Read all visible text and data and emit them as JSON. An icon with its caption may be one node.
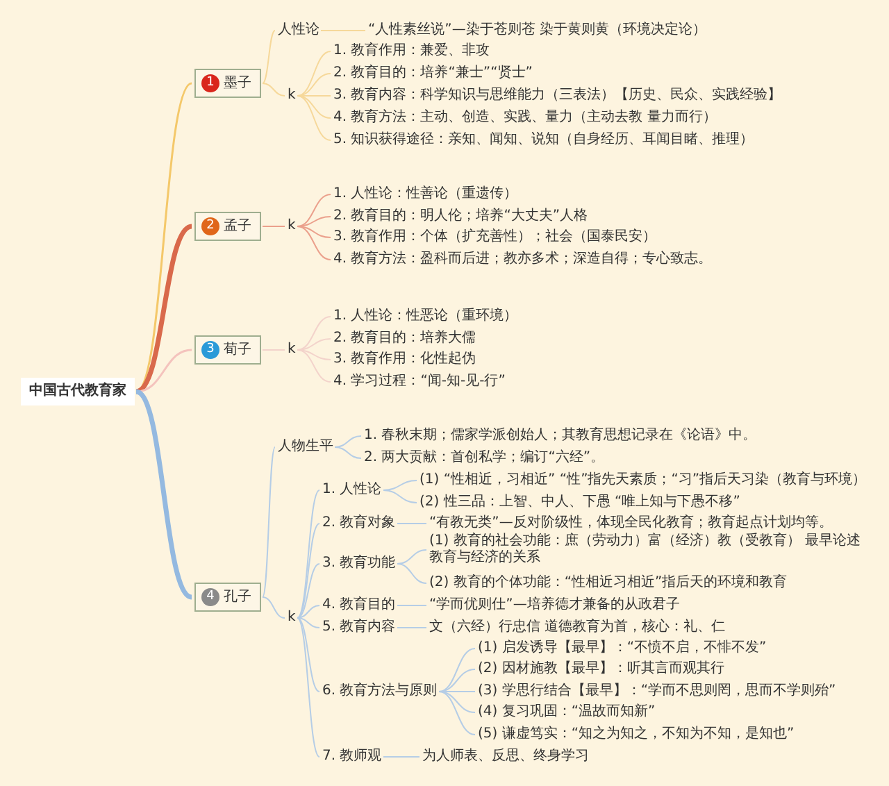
{
  "diagram": {
    "nodes": [
      {
        "text": [
          "中国古代教育家"
        ]
      },
      {
        "text": [
          "1",
          "墨子"
        ]
      },
      {
        "text": [
          "人性论"
        ]
      },
      {
        "text": [
          "“人性素丝说”—染于苍则苍 染于黄则黄（环境决定论）"
        ]
      },
      {
        "text": [
          "k"
        ]
      },
      {
        "text": [
          "1. 教育作用：兼爱、非攻"
        ]
      },
      {
        "text": [
          "2. 教育目的：培养“兼士”“贤士”"
        ]
      },
      {
        "text": [
          "3. 教育内容：科学知识与思维能力（三表法）【历史、民众、实践经验】"
        ]
      },
      {
        "text": [
          "4. 教育方法：主动、创造、实践、量力（主动去教 量力而行）"
        ]
      },
      {
        "text": [
          "5. 知识获得途径：亲知、闻知、说知（自身经历、耳闻目睹、推理）"
        ]
      },
      {
        "text": [
          "2",
          "孟子"
        ]
      },
      {
        "text": [
          "k"
        ]
      },
      {
        "text": [
          "1. 人性论：性善论（重遗传）"
        ]
      },
      {
        "text": [
          "2. 教育目的：明人伦；培养“大丈夫”人格"
        ]
      },
      {
        "text": [
          "3. 教育作用：个体（扩充善性）；社会（国泰民安）"
        ]
      },
      {
        "text": [
          "4. 教育方法：盈科而后进；教亦多术；深造自得；专心致志。"
        ]
      },
      {
        "text": [
          "3",
          "荀子"
        ]
      },
      {
        "text": [
          "k"
        ]
      },
      {
        "text": [
          "1. 人性论：性恶论（重环境）"
        ]
      },
      {
        "text": [
          "2. 教育目的：培养大儒"
        ]
      },
      {
        "text": [
          "3. 教育作用：化性起伪"
        ]
      },
      {
        "text": [
          "4. 学习过程：“闻-知-见-行”"
        ]
      },
      {
        "text": [
          "4",
          "孔子"
        ]
      },
      {
        "text": [
          "人物生平"
        ]
      },
      {
        "text": [
          "1. 春秋末期；儒家学派创始人；其教育思想记录在《论语》中。"
        ]
      },
      {
        "text": [
          "2. 两大贡献：首创私学；编订“六经”。"
        ]
      },
      {
        "text": [
          "k"
        ]
      },
      {
        "text": [
          "1. 人性论"
        ]
      },
      {
        "text": [
          "(1) “性相近，习相近” “性”指先天素质；“习”指后天习染（教育与环境）"
        ]
      },
      {
        "text": [
          "(2) 性三品：上智、中人、下愚 “唯上知与下愚不移”"
        ]
      },
      {
        "text": [
          "2. 教育对象"
        ]
      },
      {
        "text": [
          "“有教无类”—反对阶级性，体现全民化教育；教育起点计划均等。"
        ]
      },
      {
        "text": [
          "3. 教育功能"
        ]
      },
      {
        "text": [
          "(1) 教育的社会功能：庶（劳动力）富（经济）教（受教育） 最早论述教育与经济的关系"
        ]
      },
      {
        "text": [
          "(2) 教育的个体功能：“性相近习相近”指后天的环境和教育"
        ]
      },
      {
        "text": [
          "4. 教育目的"
        ]
      },
      {
        "text": [
          "“学而优则仕”—培养德才兼备的从政君子"
        ]
      },
      {
        "text": [
          "5. 教育内容"
        ]
      },
      {
        "text": [
          "文（六经）行忠信 道德教育为首，核心：礼、仁"
        ]
      },
      {
        "text": [
          "6. 教育方法与原则"
        ]
      },
      {
        "text": [
          "(1) 启发诱导【最早】：“不愤不启，不悱不发”"
        ]
      },
      {
        "text": [
          "(2) 因材施教【最早】：听其言而观其行"
        ]
      },
      {
        "text": [
          "(3) 学思行结合【最早】：“学而不思则罔，思而不学则殆”"
        ]
      },
      {
        "text": [
          "(4) 复习巩固：“温故而知新”"
        ]
      },
      {
        "text": [
          "(5) 谦虚笃实：“知之为知之，不知为不知，是知也”"
        ]
      },
      {
        "text": [
          "7. 教师观"
        ]
      },
      {
        "text": [
          "为人师表、反思、终身学习"
        ]
      }
    ],
    "edges": [
      {
        "from": 0,
        "to": 1,
        "arrow": "none",
        "color": "#f4c86a"
      },
      {
        "from": 0,
        "to": 10,
        "arrow": "none",
        "style": "thick",
        "color": "#d9694b"
      },
      {
        "from": 0,
        "to": 16,
        "arrow": "none",
        "color": "#f4c3bd"
      },
      {
        "from": 0,
        "to": 22,
        "arrow": "none",
        "style": "thick",
        "color": "#94b9e0"
      },
      {
        "from": 1,
        "to": 2,
        "arrow": "none",
        "color": "#f6d89a"
      },
      {
        "from": 2,
        "to": 3,
        "arrow": "none",
        "color": "#f6d89a"
      },
      {
        "from": 1,
        "to": 4,
        "arrow": "none",
        "color": "#f6d89a"
      },
      {
        "from": 4,
        "to": 5,
        "arrow": "none",
        "color": "#f6d89a"
      },
      {
        "from": 4,
        "to": 6,
        "arrow": "none",
        "color": "#f6d89a"
      },
      {
        "from": 4,
        "to": 7,
        "arrow": "none",
        "color": "#f6d89a"
      },
      {
        "from": 4,
        "to": 8,
        "arrow": "none",
        "color": "#f6d89a"
      },
      {
        "from": 4,
        "to": 9,
        "arrow": "none",
        "color": "#f6d89a"
      },
      {
        "from": 10,
        "to": 11,
        "arrow": "none",
        "color": "#eba08c"
      },
      {
        "from": 11,
        "to": 12,
        "arrow": "none",
        "color": "#eba08c"
      },
      {
        "from": 11,
        "to": 13,
        "arrow": "none",
        "color": "#eba08c"
      },
      {
        "from": 11,
        "to": 14,
        "arrow": "none",
        "color": "#eba08c"
      },
      {
        "from": 11,
        "to": 15,
        "arrow": "none",
        "color": "#eba08c"
      },
      {
        "from": 16,
        "to": 17,
        "arrow": "none",
        "color": "#f3d3cb"
      },
      {
        "from": 17,
        "to": 18,
        "arrow": "none",
        "color": "#f3d3cb"
      },
      {
        "from": 17,
        "to": 19,
        "arrow": "none",
        "color": "#f3d3cb"
      },
      {
        "from": 17,
        "to": 20,
        "arrow": "none",
        "color": "#f3d3cb"
      },
      {
        "from": 17,
        "to": 21,
        "arrow": "none",
        "color": "#f3d3cb"
      },
      {
        "from": 22,
        "to": 23,
        "arrow": "none",
        "color": "#b5cde6"
      },
      {
        "from": 23,
        "to": 24,
        "arrow": "none",
        "color": "#b5cde6"
      },
      {
        "from": 23,
        "to": 25,
        "arrow": "none",
        "color": "#b5cde6"
      },
      {
        "from": 22,
        "to": 26,
        "arrow": "none",
        "color": "#b5cde6"
      },
      {
        "from": 26,
        "to": 27,
        "arrow": "none",
        "color": "#b5cde6"
      },
      {
        "from": 27,
        "to": 28,
        "arrow": "none",
        "color": "#b5cde6"
      },
      {
        "from": 27,
        "to": 29,
        "arrow": "none",
        "color": "#b5cde6"
      },
      {
        "from": 26,
        "to": 30,
        "arrow": "none",
        "color": "#b5cde6"
      },
      {
        "from": 30,
        "to": 31,
        "arrow": "none",
        "color": "#b5cde6"
      },
      {
        "from": 26,
        "to": 32,
        "arrow": "none",
        "color": "#b5cde6"
      },
      {
        "from": 32,
        "to": 33,
        "arrow": "none",
        "color": "#b5cde6"
      },
      {
        "from": 32,
        "to": 34,
        "arrow": "none",
        "color": "#b5cde6"
      },
      {
        "from": 26,
        "to": 35,
        "arrow": "none",
        "color": "#b5cde6"
      },
      {
        "from": 35,
        "to": 36,
        "arrow": "none",
        "color": "#b5cde6"
      },
      {
        "from": 26,
        "to": 37,
        "arrow": "none",
        "color": "#b5cde6"
      },
      {
        "from": 37,
        "to": 38,
        "arrow": "none",
        "color": "#b5cde6"
      },
      {
        "from": 26,
        "to": 39,
        "arrow": "none",
        "color": "#b5cde6"
      },
      {
        "from": 39,
        "to": 40,
        "arrow": "none",
        "color": "#b5cde6"
      },
      {
        "from": 39,
        "to": 41,
        "arrow": "none",
        "color": "#b5cde6"
      },
      {
        "from": 39,
        "to": 42,
        "arrow": "none",
        "color": "#b5cde6"
      },
      {
        "from": 39,
        "to": 43,
        "arrow": "none",
        "color": "#b5cde6"
      },
      {
        "from": 39,
        "to": 44,
        "arrow": "none",
        "color": "#b5cde6"
      },
      {
        "from": 26,
        "to": 45,
        "arrow": "none",
        "color": "#b5cde6"
      },
      {
        "from": 45,
        "to": 46,
        "arrow": "none",
        "color": "#b5cde6"
      }
    ]
  }
}
